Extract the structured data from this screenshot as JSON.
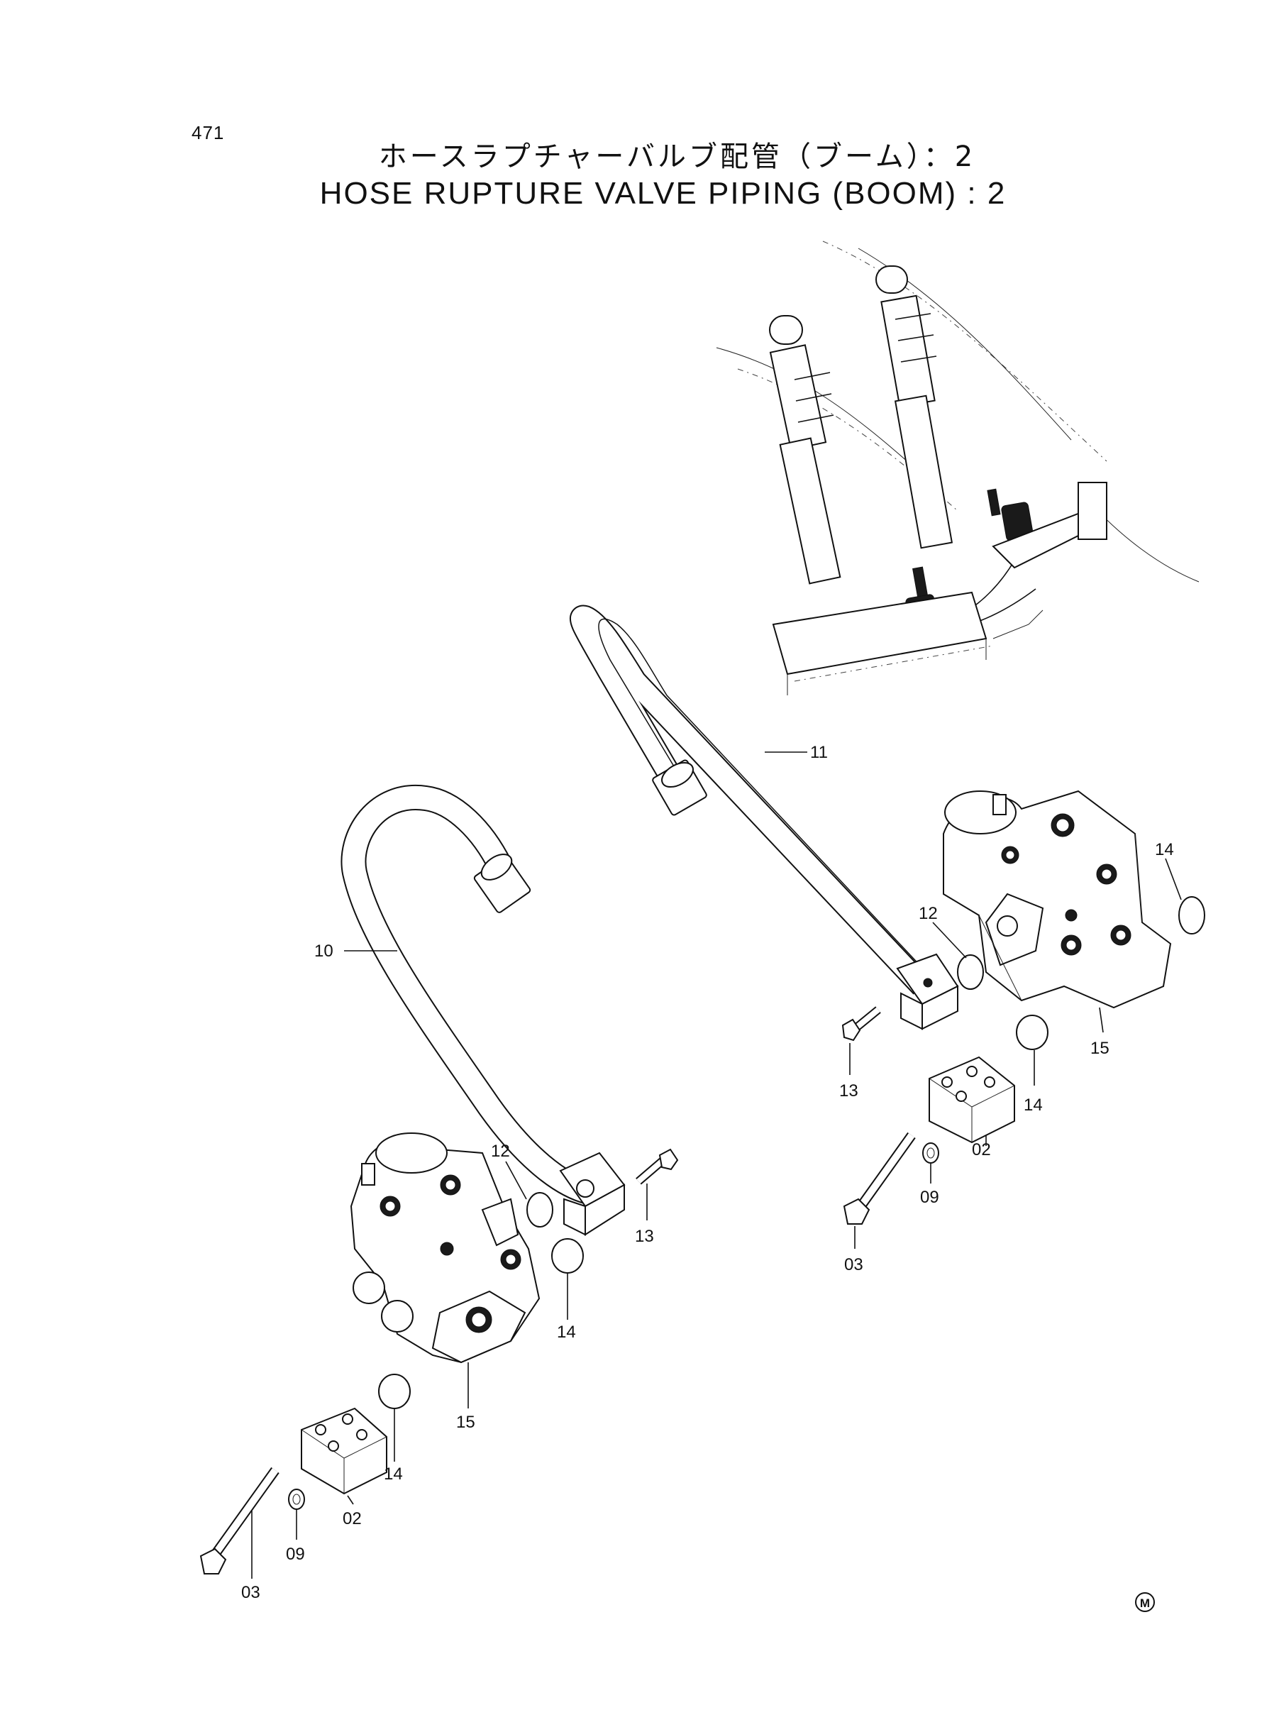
{
  "page_number": "471",
  "title_jp": "ホースラプチャーバルブ配管（ブーム）：2",
  "title_en": "HOSE RUPTURE VALVE PIPING (BOOM) : 2",
  "callouts": {
    "c10": "10",
    "c11": "11",
    "c12_left": "12",
    "c12_right": "12",
    "c13_left": "13",
    "c13_right": "13",
    "c14_left_a": "14",
    "c14_left_b": "14",
    "c14_right_a": "14",
    "c14_right_b": "14",
    "c15_left": "15",
    "c15_right": "15",
    "c02_left": "02",
    "c02_right": "02",
    "c09_left": "09",
    "c09_right": "09",
    "c03_left": "03",
    "c03_right": "03"
  },
  "mark": "M"
}
